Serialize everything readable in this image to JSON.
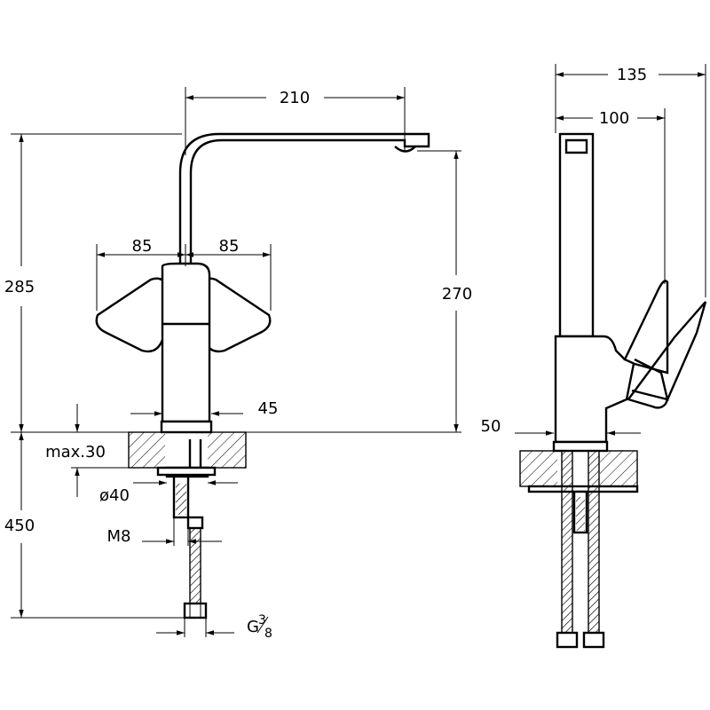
{
  "drawing": {
    "front_view": {
      "spout_reach": "210",
      "total_height": "285",
      "spout_height": "270",
      "handle_left": "85",
      "handle_right": "85",
      "body_diameter": "45",
      "max_thickness": "max.30",
      "hole_diameter": "ø40",
      "stud_thread": "M8",
      "hose_length": "450",
      "hose_thread_main": "G",
      "hose_thread_frac_num": "3",
      "hose_thread_frac_den": "8"
    },
    "side_view": {
      "total_depth": "135",
      "spout_depth": "100",
      "base_diameter": "50"
    }
  }
}
